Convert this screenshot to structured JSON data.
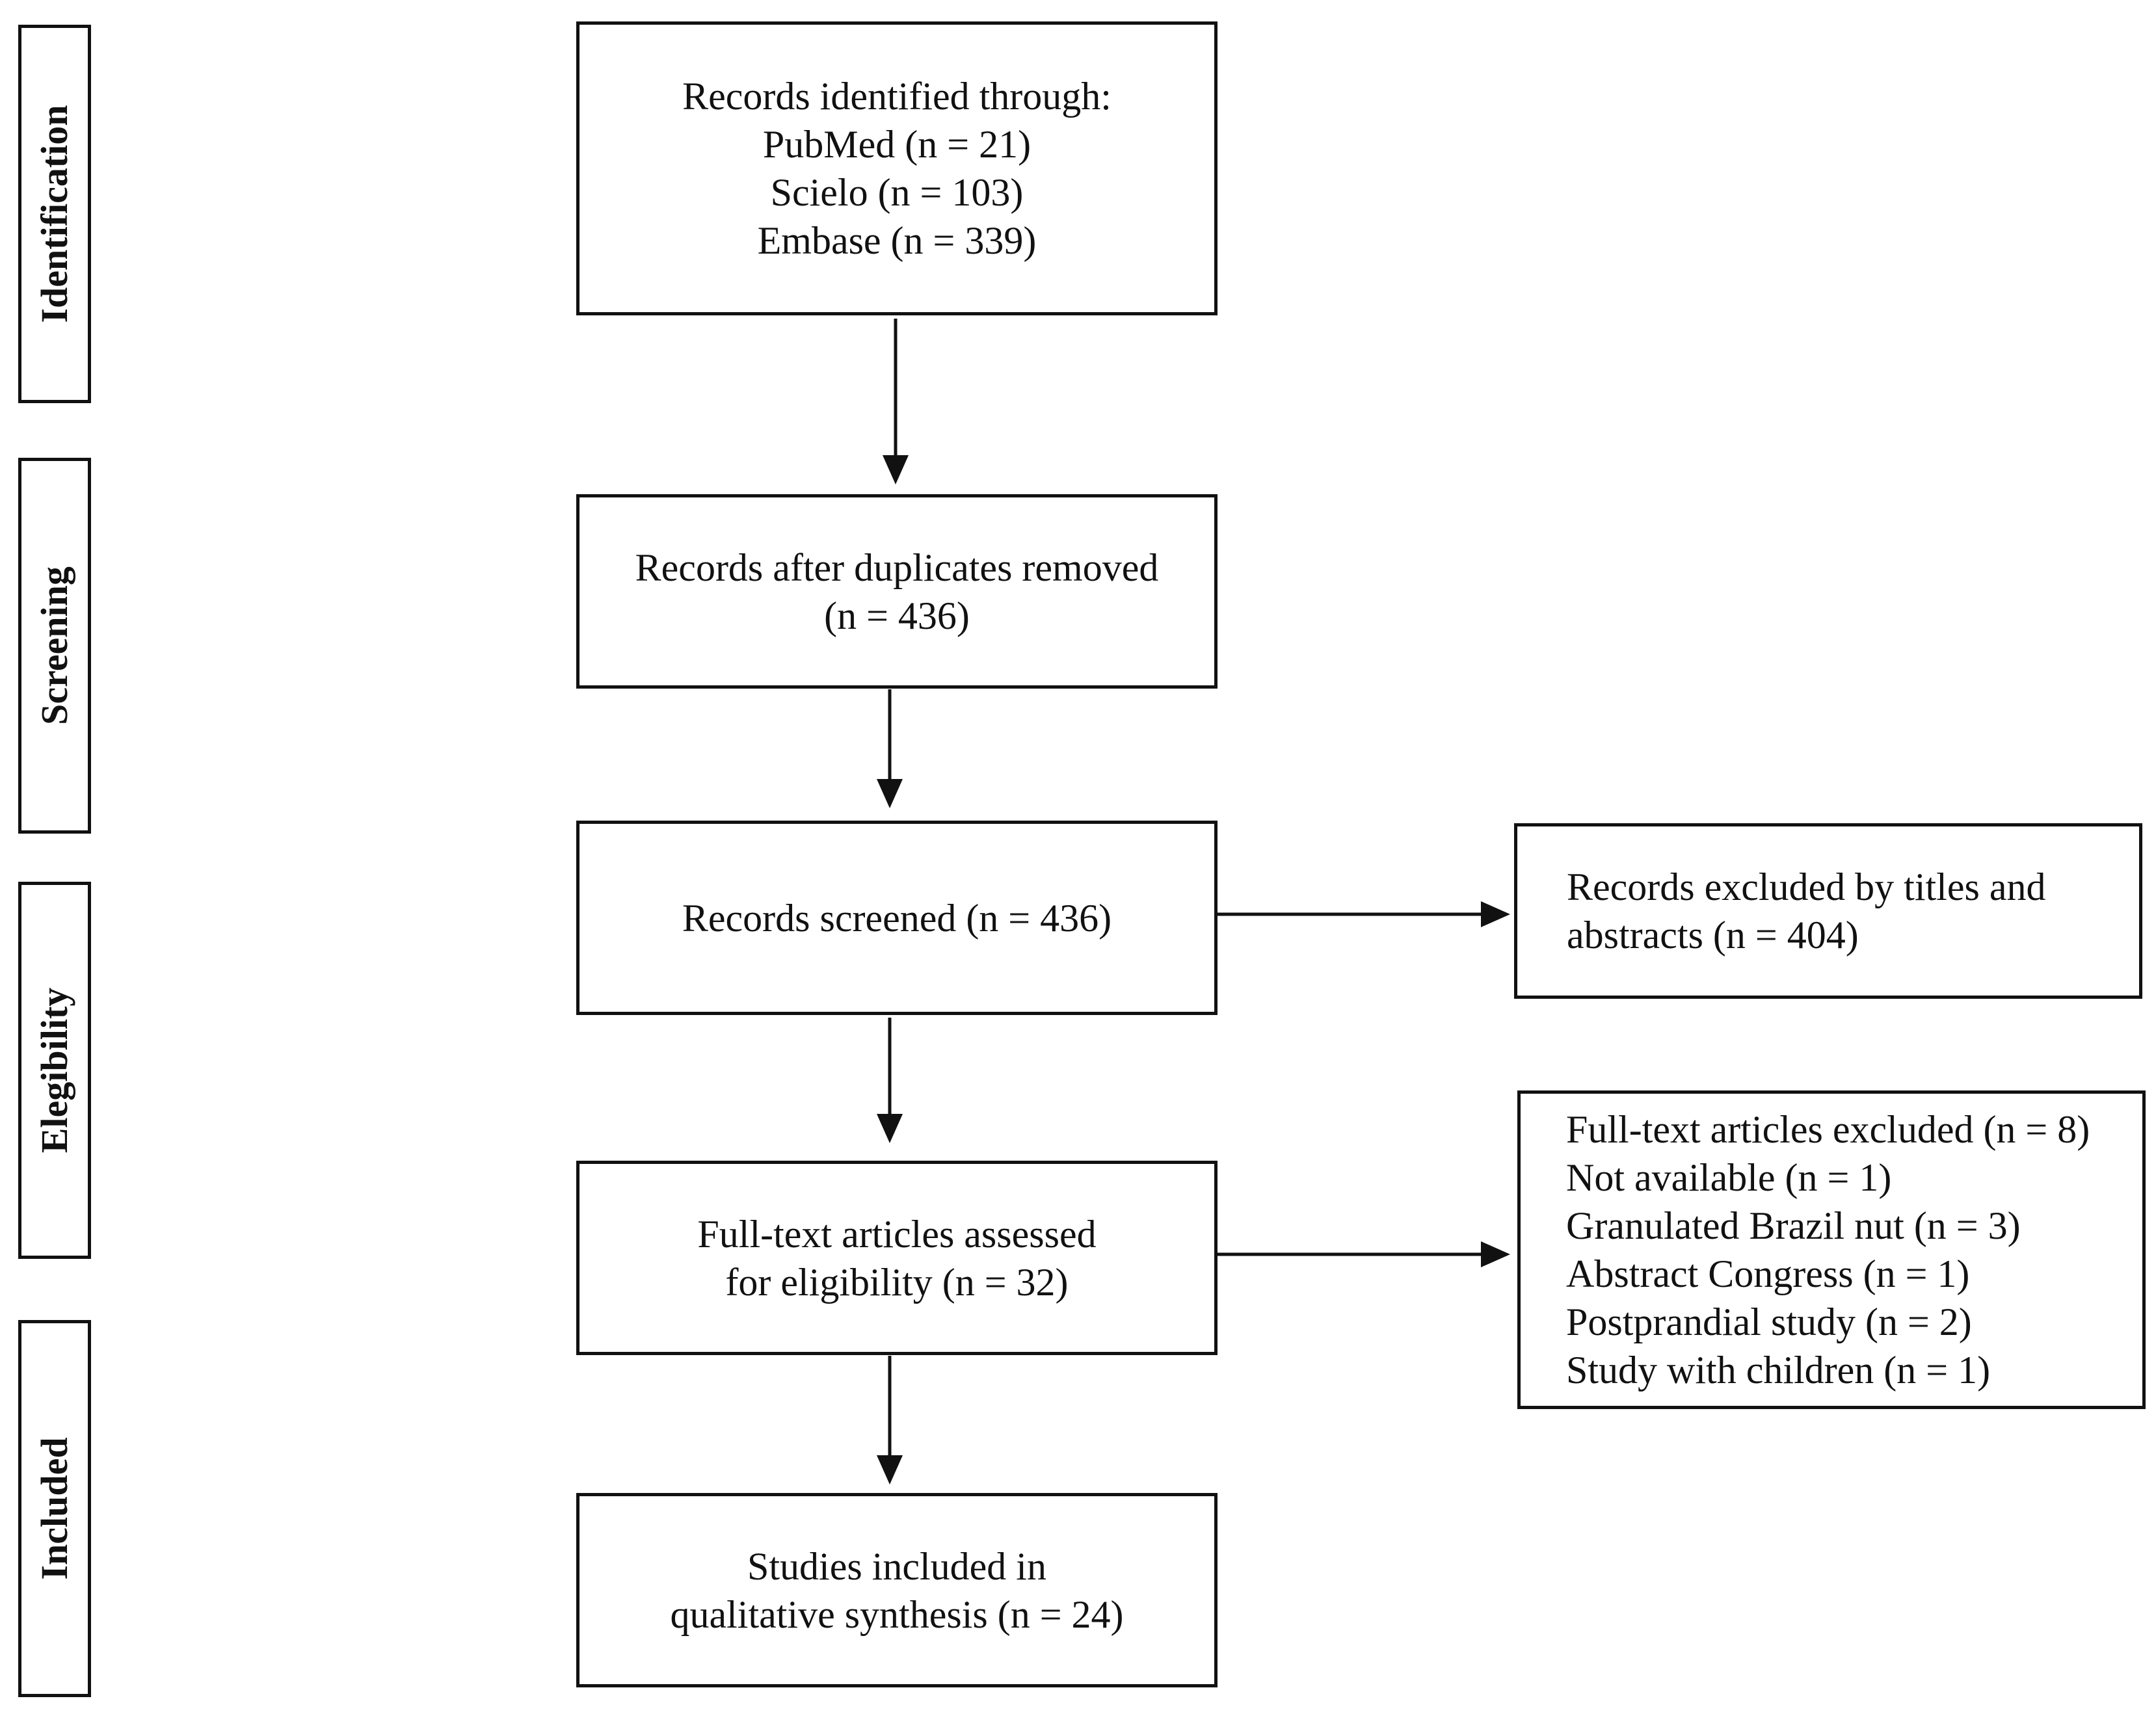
{
  "stages": [
    {
      "id": "identification",
      "label": "Identification"
    },
    {
      "id": "screening",
      "label": "Screening"
    },
    {
      "id": "eligibility",
      "label": "Elegibility"
    },
    {
      "id": "included",
      "label": "Included"
    }
  ],
  "boxes": {
    "identified": {
      "lines": [
        "Records identified through:",
        "PubMed (n = 21)",
        "Scielo (n = 103)",
        "Embase (n = 339)"
      ]
    },
    "duplicates_removed": {
      "lines": [
        "Records after duplicates removed",
        "(n = 436)"
      ]
    },
    "screened": {
      "lines": [
        "Records screened (n = 436)"
      ]
    },
    "excluded_titles": {
      "lines": [
        "Records excluded by titles and",
        "abstracts (n = 404)"
      ]
    },
    "full_text_assessed": {
      "lines": [
        "Full-text articles assessed",
        "for eligibility (n = 32)"
      ]
    },
    "full_text_excluded": {
      "lines": [
        "Full-text articles excluded (n = 8)",
        "Not available (n = 1)",
        "Granulated Brazil nut (n = 3)",
        "Abstract Congress (n = 1)",
        "Postprandial study (n = 2)",
        "Study with children (n = 1)"
      ]
    },
    "included": {
      "lines": [
        "Studies included in",
        "qualitative synthesis (n = 24)"
      ]
    }
  }
}
